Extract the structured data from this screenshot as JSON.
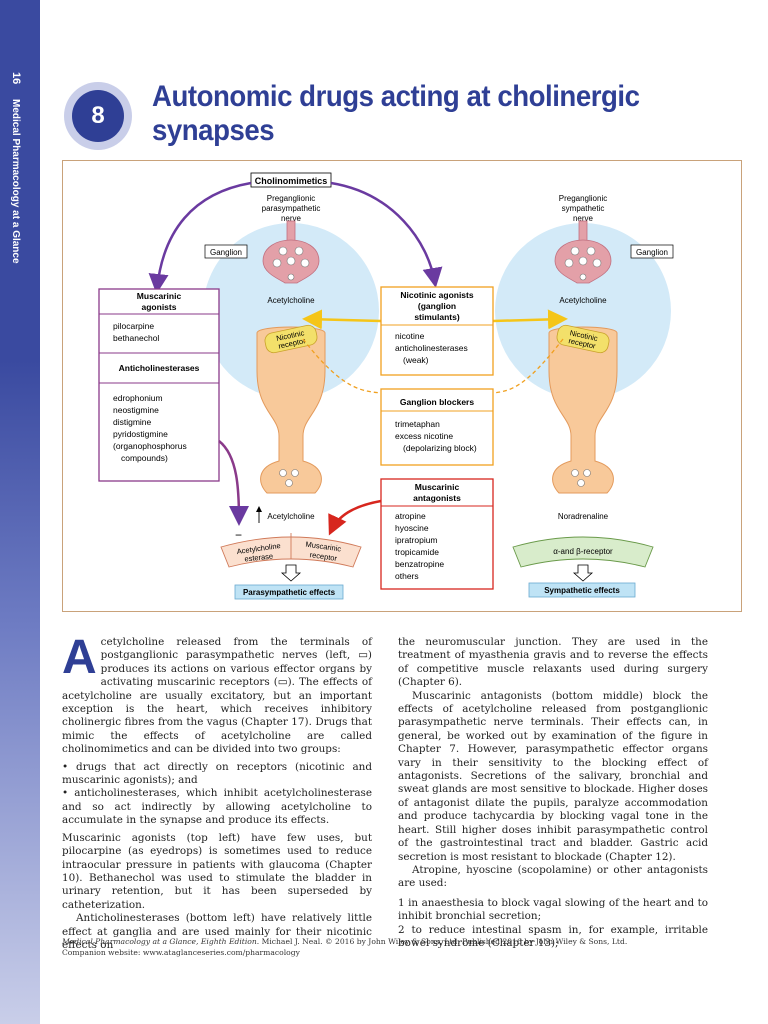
{
  "sidebar": {
    "page_number": "16",
    "book_title": "Medical Pharmacology at a Glance"
  },
  "chapter": {
    "number": "8",
    "title": "Autonomic drugs acting at cholinergic synapses"
  },
  "figure": {
    "cholinomimetics_label": "Cholinomimetics",
    "left_nerve_label": [
      "Preganglionic",
      "parasympathetic",
      "nerve"
    ],
    "right_nerve_label": [
      "Preganglionic",
      "sympathetic",
      "nerve"
    ],
    "ganglion_label": "Ganglion",
    "acetylcholine_label": "Acetylcholine",
    "nicotinic_receptor_label": [
      "Nicotinic",
      "receptor"
    ],
    "muscarinic_agonists": {
      "header": [
        "Muscarinic",
        "agonists"
      ],
      "items": [
        "pilocarpine",
        "bethanechol"
      ]
    },
    "anticholinesterases": {
      "header": "Anticholinesterases",
      "items": [
        "edrophonium",
        "neostigmine",
        "distigmine",
        "pyridostigmine",
        "(organophosphorus",
        "compounds)"
      ]
    },
    "nicotinic_agonists": {
      "header": [
        "Nicotinic agonists",
        "(ganglion",
        "stimulants)"
      ],
      "items": [
        "nicotine",
        "anticholinesterases",
        "(weak)"
      ]
    },
    "ganglion_blockers": {
      "header": "Ganglion blockers",
      "items": [
        "trimetaphan",
        "excess nicotine",
        "(depolarizing block)"
      ]
    },
    "muscarinic_antagonists": {
      "header": [
        "Muscarinic",
        "antagonists"
      ],
      "items": [
        "atropine",
        "hyoscine",
        "ipratropium",
        "tropicamide",
        "benzatropine",
        "others"
      ]
    },
    "ache_label": [
      "Acetylcholine",
      "esterase"
    ],
    "muscarinic_receptor_label": [
      "Muscarinic",
      "receptor"
    ],
    "noradrenaline_label": "Noradrenaline",
    "alpha_beta_label": "α-and β-receptor",
    "para_effects_label": "Parasympathetic effects",
    "symp_effects_label": "Sympathetic effects",
    "minus_sign": "−",
    "colors": {
      "accent_blue": "#2f3f95",
      "nerve_fill": "#f8c99a",
      "nerve_stroke": "#e39a5c",
      "receptor_fill": "#fbe0cf",
      "zone_fill": "#d3eaf8",
      "purple_arrow": "#6a3aa0",
      "yellow_arrow": "#f5c518",
      "red_arrow": "#d7261e",
      "green_receptor": "#d8eccb"
    }
  },
  "text": {
    "left": {
      "p1_dropcap": "A",
      "p1": "cetylcholine released from the terminals of postganglionic parasympathetic nerves (left, ▭) produces its actions on various effector organs by activating muscarinic receptors (▭). The effects of acetylcholine are usually excitatory, but an important exception is the heart, which receives inhibitory cholinergic fibres from the vagus (Chapter 17). Drugs that mimic the effects of acetylcholine are called cholinomimetics and can be divided into two groups:",
      "bullet1": "• drugs that act directly on receptors (nicotinic and muscarinic agonists); and",
      "bullet2": "• anticholinesterases, which inhibit acetylcholinesterase and so act indirectly by allowing acetylcholine to accumulate in the synapse and produce its effects.",
      "p2": "Muscarinic agonists (top left) have few uses, but pilocarpine (as eyedrops) is sometimes used to reduce intraocular pressure in patients with glaucoma (Chapter 10). Bethanechol was used to stimulate the bladder in urinary retention, but it has been superseded by catheterization.",
      "p3": "Anticholinesterases (bottom left) have relatively little effect at ganglia and are used mainly for their nicotinic effects on"
    },
    "right": {
      "p1": "the neuromuscular junction. They are used in the treatment of myasthenia gravis and to reverse the effects of competitive muscle relaxants used during surgery (Chapter 6).",
      "p2": "Muscarinic antagonists (bottom middle) block the effects of acetylcholine released from postganglionic parasympathetic nerve terminals. Their effects can, in general, be worked out by examination of the figure in Chapter 7. However, parasympathetic effector organs vary in their sensitivity to the blocking effect of antagonists. Secretions of the salivary, bronchial and sweat glands are most sensitive to blockade. Higher doses of antagonist dilate the pupils, paralyze accommodation and produce tachycardia by blocking vagal tone in the heart. Still higher doses inhibit parasympathetic control of the gastrointestinal tract and bladder. Gastric acid secretion is most resistant to blockade (Chapter 12).",
      "p3": "Atropine, hyoscine (scopolamine) or other antagonists are used:",
      "item1": "1 in anaesthesia to block vagal slowing of the heart and to inhibit bronchial secretion;",
      "item2": "2 to reduce intestinal spasm in, for example, irritable bowel syndrome (Chapter 13);"
    }
  },
  "footer": {
    "line1_italic": "Medical Pharmacology at a Glance, Eighth Edition.",
    "line1_rest": " Michael J. Neal. © 2016 by John Wiley & Sons, Ltd. Published 2016 by John Wiley & Sons, Ltd.",
    "line2": "Companion website: www.ataglanceseries.com/pharmacology"
  }
}
